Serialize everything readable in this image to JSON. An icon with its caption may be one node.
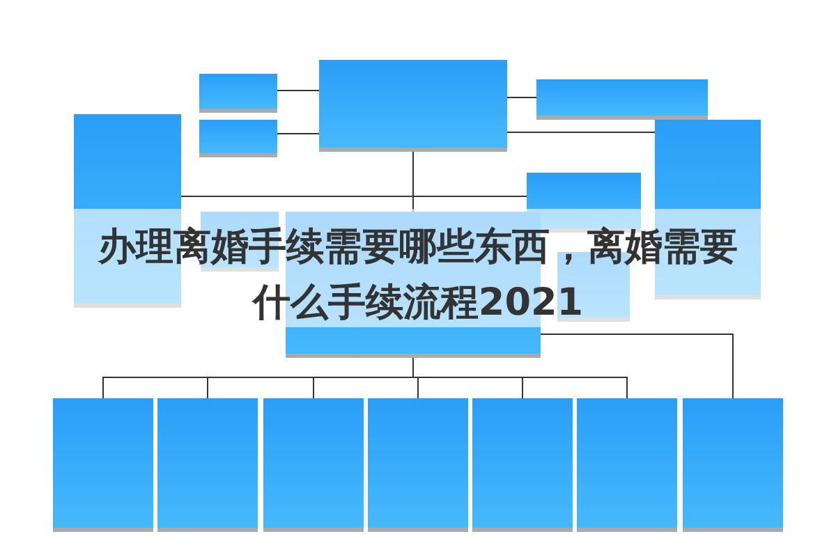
{
  "diagram": {
    "title": "办理离婚手续需要哪些东西，离婚需要什么手续流程2021",
    "nodes": [
      {
        "text": [],
        "shape": "box"
      },
      {
        "text": [],
        "shape": "box"
      },
      {
        "text": [],
        "shape": "box"
      },
      {
        "text": [],
        "shape": "box"
      },
      {
        "text": [],
        "shape": "box"
      },
      {
        "text": [],
        "shape": "box"
      },
      {
        "text": [],
        "shape": "box"
      },
      {
        "text": [],
        "shape": "box"
      },
      {
        "text": [],
        "shape": "box"
      },
      {
        "text": [],
        "shape": "box"
      },
      {
        "text": [],
        "shape": "box"
      },
      {
        "text": [],
        "shape": "box"
      },
      {
        "text": [],
        "shape": "box"
      },
      {
        "text": [],
        "shape": "box"
      },
      {
        "text": [],
        "shape": "box"
      },
      {
        "text": [],
        "shape": "box"
      },
      {
        "text": [],
        "shape": "box"
      }
    ],
    "edges": [
      {
        "from": 1,
        "to": 0,
        "arrow": "none"
      },
      {
        "from": 4,
        "to": 0,
        "arrow": "none"
      },
      {
        "from": 0,
        "to": 2,
        "arrow": "none"
      },
      {
        "from": 0,
        "to": 5,
        "arrow": "none"
      },
      {
        "from": 0,
        "to": 3,
        "arrow": "none"
      },
      {
        "from": 0,
        "to": 6,
        "arrow": "none"
      },
      {
        "from": 0,
        "to": 8,
        "arrow": "none"
      },
      {
        "from": 8,
        "to": 10,
        "arrow": "none"
      },
      {
        "from": 8,
        "to": 11,
        "arrow": "none"
      },
      {
        "from": 8,
        "to": 12,
        "arrow": "none"
      },
      {
        "from": 8,
        "to": 13,
        "arrow": "none"
      },
      {
        "from": 8,
        "to": 14,
        "arrow": "none"
      },
      {
        "from": 8,
        "to": 15,
        "arrow": "none"
      },
      {
        "from": 8,
        "to": 16,
        "arrow": "none"
      }
    ]
  }
}
